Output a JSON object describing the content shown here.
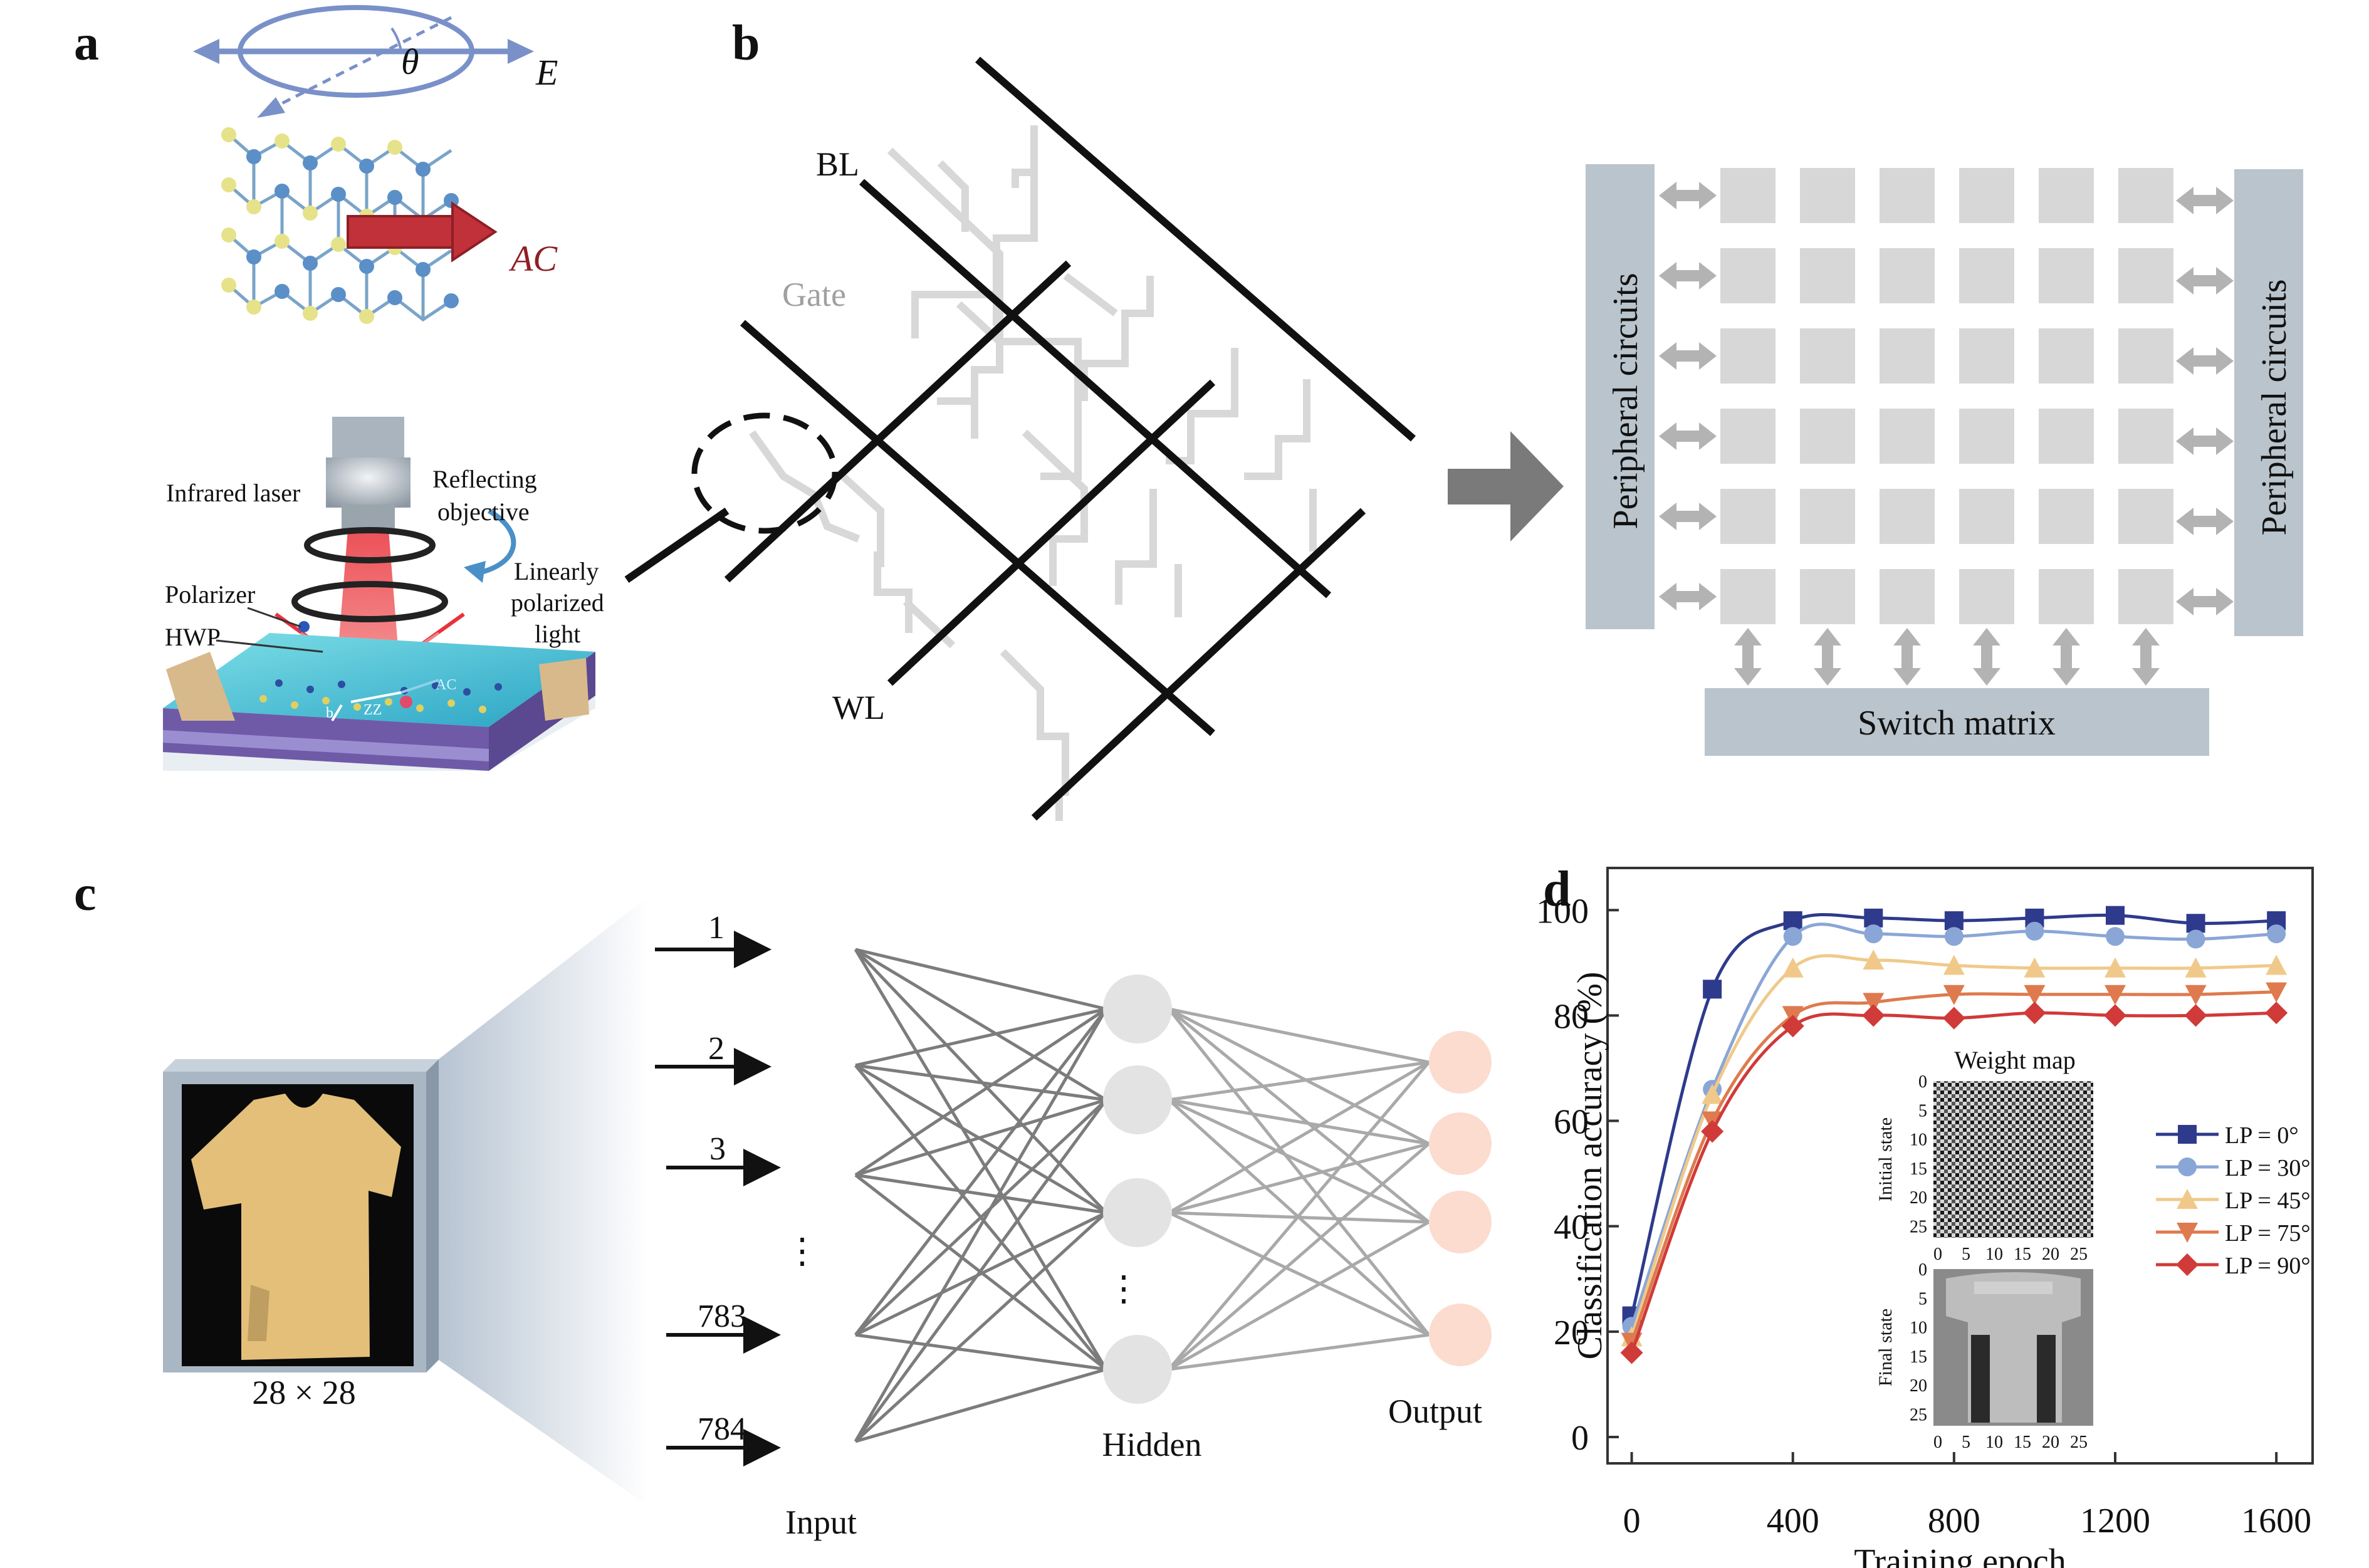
{
  "panels": {
    "a": {
      "label": "a",
      "theta": "θ",
      "field": "E",
      "crystal_axis": "AC",
      "setup_labels": {
        "laser": "Infrared laser",
        "objective": "Reflecting objective",
        "polarized_light": "Linearly polarized light",
        "polarizer": "Polarizer",
        "hwp": "HWP",
        "b_axis": "b",
        "zz_axis": "ZZ",
        "ac_axis": "AC"
      }
    },
    "b": {
      "label": "b",
      "bl_label": "BL",
      "gate_label": "Gate",
      "wl_label": "WL",
      "peripheral_left": "Peripheral circuits",
      "peripheral_right": "Peripheral circuits",
      "switch_matrix": "Switch matrix"
    },
    "c": {
      "label": "c",
      "image_size": "28 × 28",
      "inputs": [
        "1",
        "2",
        "3",
        "783",
        "784"
      ],
      "ellipsis": "⋮",
      "input_layer": "Input",
      "hidden_layer": "Hidden",
      "output_layer": "Output"
    },
    "d": {
      "label": "d",
      "inset_title": "Weight map",
      "inset_initial_label": "Initial state",
      "inset_final_label": "Final state",
      "inset_ticks": [
        "0",
        "5",
        "10",
        "15",
        "20",
        "25"
      ]
    }
  },
  "chart_data": {
    "type": "line",
    "xlabel": "Training epoch",
    "ylabel": "Classification accuracy (%)",
    "xlim": [
      -60,
      1690
    ],
    "ylim": [
      -5,
      108
    ],
    "xticks": [
      0,
      400,
      800,
      1200,
      1600
    ],
    "yticks": [
      0,
      20,
      40,
      60,
      80,
      100
    ],
    "x": [
      0,
      200,
      400,
      600,
      800,
      1000,
      1200,
      1400,
      1600
    ],
    "legend_position": "right",
    "series": [
      {
        "name": "LP = 0°",
        "color": "#2e3a8c",
        "marker": "square",
        "values": [
          23,
          85,
          98,
          98.5,
          98,
          98.5,
          99,
          97.5,
          98
        ]
      },
      {
        "name": "LP = 30°",
        "color": "#8aa6d6",
        "marker": "circle",
        "values": [
          21,
          66,
          95,
          95.5,
          95,
          96,
          95,
          94.5,
          95.5
        ]
      },
      {
        "name": "LP = 45°",
        "color": "#f0c98a",
        "marker": "triangle",
        "values": [
          19,
          65,
          89,
          90.5,
          89.5,
          89,
          89,
          89,
          89.5
        ]
      },
      {
        "name": "LP = 75°",
        "color": "#de7a4e",
        "marker": "triangle-down",
        "values": [
          18,
          60,
          80,
          82.5,
          84,
          84,
          84,
          84,
          84.5
        ]
      },
      {
        "name": "LP = 90°",
        "color": "#d03a38",
        "marker": "diamond",
        "values": [
          16,
          58,
          78,
          80,
          79.5,
          80.5,
          80,
          80,
          80.5
        ]
      }
    ]
  }
}
